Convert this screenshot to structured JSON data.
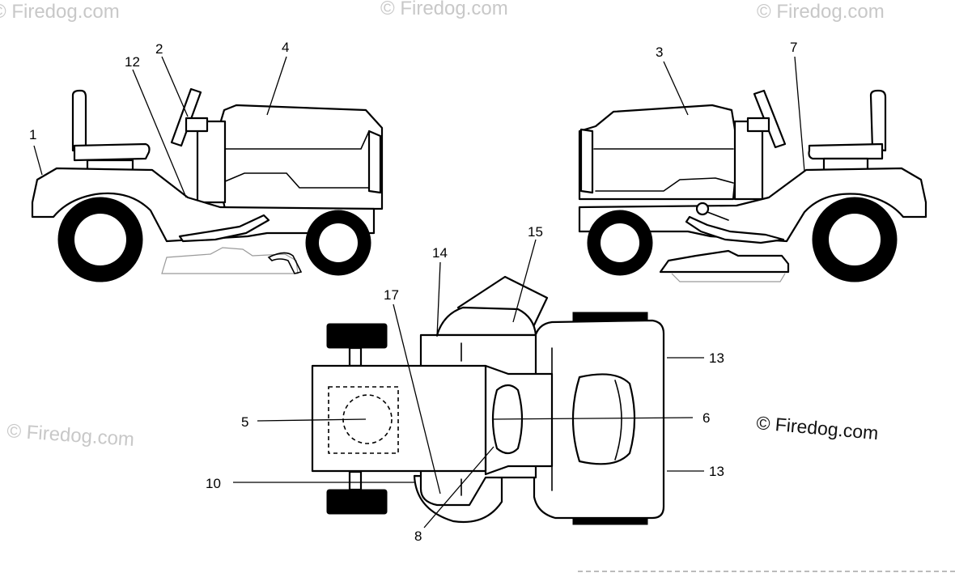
{
  "diagram": {
    "callouts": [
      {
        "id": "1",
        "label": "1"
      },
      {
        "id": "2",
        "label": "2"
      },
      {
        "id": "3",
        "label": "3"
      },
      {
        "id": "4",
        "label": "4"
      },
      {
        "id": "5",
        "label": "5"
      },
      {
        "id": "6",
        "label": "6"
      },
      {
        "id": "7",
        "label": "7"
      },
      {
        "id": "8",
        "label": "8"
      },
      {
        "id": "10",
        "label": "10"
      },
      {
        "id": "12",
        "label": "12"
      },
      {
        "id": "13a",
        "label": "13"
      },
      {
        "id": "13b",
        "label": "13"
      },
      {
        "id": "14",
        "label": "14"
      },
      {
        "id": "15",
        "label": "15"
      },
      {
        "id": "17",
        "label": "17"
      }
    ]
  },
  "watermark": {
    "text": "© Firedog.com"
  },
  "copyright": {
    "text": "© Firedog.com"
  }
}
